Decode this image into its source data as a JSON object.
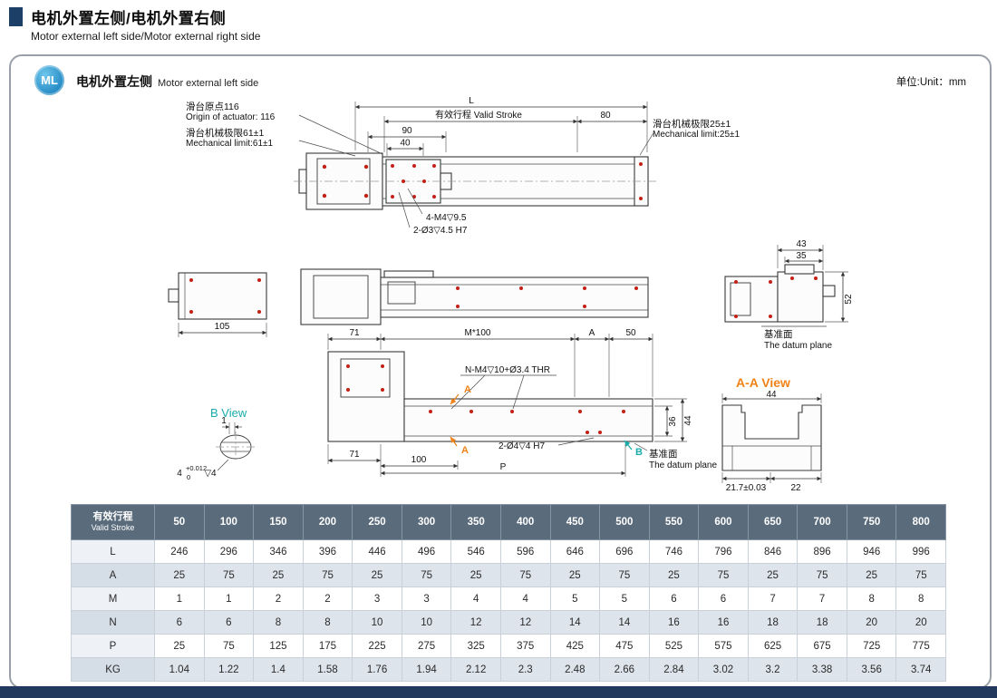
{
  "colors": {
    "accent_badge": "#2a9cd4",
    "header_square": "#1c3f68",
    "table_header_bg": "#5a6b7c",
    "teal_accent": "#1aacac",
    "orange_accent": "#f08318",
    "red_marker": "#c22016",
    "bottom_bar": "#233a5e"
  },
  "header": {
    "title_cn": "电机外置左侧/电机外置右侧",
    "title_en": "Motor external left side/Motor external right side"
  },
  "panel": {
    "badge": "ML",
    "title_cn": "电机外置左侧",
    "title_en": "Motor external left side",
    "unit": "单位:Unit：mm"
  },
  "drawing": {
    "labels": {
      "L": "L",
      "valid_stroke": "有效行程 Valid Stroke",
      "d80": "80",
      "origin_cn": "滑台原点116",
      "origin_en": "Origin of actuator: 116",
      "limit61_cn": "滑台机械极限61±1",
      "limit61_en": "Mechanical limit:61±1",
      "limit25_cn": "滑台机械极限25±1",
      "limit25_en": "Mechanical limit:25±1",
      "d90": "90",
      "d40": "40",
      "note_m4": "4-M4▽9.5",
      "note_pin3": "2-Ø3▽4.5 H7",
      "d105": "105",
      "d71": "71",
      "m100": "M*100",
      "dimA": "A",
      "d50": "50",
      "note_nm4": "N-M4▽10+Ø3.4 THR",
      "d43": "43",
      "d35": "35",
      "d52": "52",
      "datum_cn": "基准面",
      "datum_en": "The datum plane",
      "b_view": "B View",
      "aa_view": "A-A View",
      "d36": "36",
      "d44": "44",
      "note_pin4": "2-Ø4▽4 H7",
      "d100": "100",
      "P": "P",
      "d217": "21.7±0.03",
      "d22": "22",
      "d1": "1",
      "tol_base": "4",
      "tol_sup": "+0.012",
      "tol_sub": "0",
      "tol_depth": "▽4",
      "mark_A": "A",
      "mark_B": "B"
    }
  },
  "table": {
    "header_cn": "有效行程",
    "header_en": "Valid Stroke",
    "strokes": [
      "50",
      "100",
      "150",
      "200",
      "250",
      "300",
      "350",
      "400",
      "450",
      "500",
      "550",
      "600",
      "650",
      "700",
      "750",
      "800"
    ],
    "rows": [
      {
        "label": "L",
        "values": [
          "246",
          "296",
          "346",
          "396",
          "446",
          "496",
          "546",
          "596",
          "646",
          "696",
          "746",
          "796",
          "846",
          "896",
          "946",
          "996"
        ]
      },
      {
        "label": "A",
        "values": [
          "25",
          "75",
          "25",
          "75",
          "25",
          "75",
          "25",
          "75",
          "25",
          "75",
          "25",
          "75",
          "25",
          "75",
          "25",
          "75"
        ]
      },
      {
        "label": "M",
        "values": [
          "1",
          "1",
          "2",
          "2",
          "3",
          "3",
          "4",
          "4",
          "5",
          "5",
          "6",
          "6",
          "7",
          "7",
          "8",
          "8"
        ]
      },
      {
        "label": "N",
        "values": [
          "6",
          "6",
          "8",
          "8",
          "10",
          "10",
          "12",
          "12",
          "14",
          "14",
          "16",
          "16",
          "18",
          "18",
          "20",
          "20"
        ]
      },
      {
        "label": "P",
        "values": [
          "25",
          "75",
          "125",
          "175",
          "225",
          "275",
          "325",
          "375",
          "425",
          "475",
          "525",
          "575",
          "625",
          "675",
          "725",
          "775"
        ]
      },
      {
        "label": "KG",
        "values": [
          "1.04",
          "1.22",
          "1.4",
          "1.58",
          "1.76",
          "1.94",
          "2.12",
          "2.3",
          "2.48",
          "2.66",
          "2.84",
          "3.02",
          "3.2",
          "3.38",
          "3.56",
          "3.74"
        ]
      }
    ]
  }
}
